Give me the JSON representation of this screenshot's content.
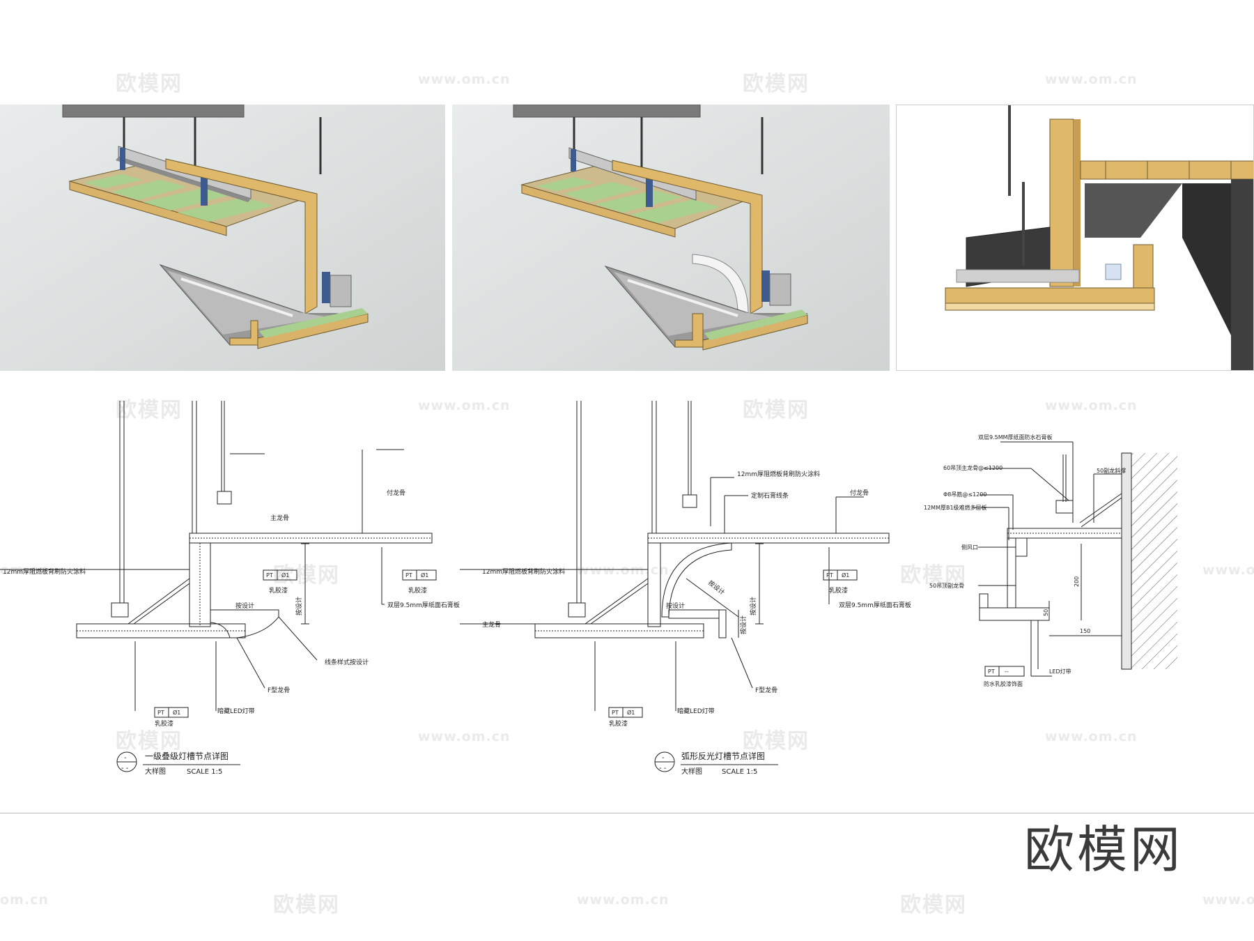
{
  "colors": {
    "panel_bg": "#dfe3e2",
    "concrete": "#777777",
    "wood": "#e0b86a",
    "green_board": "#b5d79a",
    "steel": "#3d5b8f",
    "dark_render": "#3f3f3f"
  },
  "watermarks": {
    "brand_text": "欧模网",
    "url_text": "www.om.cn",
    "url_fragment": "om.cn"
  },
  "detail1": {
    "labels": {
      "main_keel": "主龙骨",
      "sub_keel": "付龙骨",
      "fire_board": "12mm厚阻燃板背刷防火涂料",
      "latex_paint_1": "乳胶漆",
      "latex_paint_2": "乳胶漆",
      "by_design_1": "按设计",
      "by_design_2": "按设计",
      "gypsum_board": "双层9.5mm厚纸面石膏板",
      "line_style": "线条样式按设计",
      "f_keel": "F型龙骨",
      "led_strip": "暗藏LED灯带"
    },
    "tags": {
      "pt": "PT",
      "code": "Ø1"
    },
    "title": {
      "symbol_top": "-",
      "symbol_bottom": "- -",
      "name": "一级叠级灯槽节点详图",
      "sub": "大样图",
      "scale": "SCALE 1:5"
    }
  },
  "detail2": {
    "labels": {
      "fire_board_top": "12mm厚阻燃板背刷防火涂料",
      "custom_gypsum_line": "定制石膏线条",
      "sub_keel": "付龙骨",
      "fire_board_left": "12mm厚阻燃板背刷防火涂料",
      "latex_paint_1": "乳胶漆",
      "latex_paint_2": "乳胶漆",
      "by_design_diag": "按设计",
      "by_design_h": "按设计",
      "by_design_v1": "按设计",
      "by_design_v2": "按设计",
      "gypsum_board": "双层9.5mm厚纸面石膏板",
      "main_keel": "主龙骨",
      "f_keel": "F型龙骨",
      "led_strip": "暗藏LED灯带"
    },
    "tags": {
      "pt": "PT",
      "code": "Ø1"
    },
    "title": {
      "symbol_top": "-",
      "symbol_bottom": "- -",
      "name": "弧形反光灯槽节点详图",
      "sub": "大样图",
      "scale": "SCALE 1:5"
    }
  },
  "detail3": {
    "labels": {
      "double_board": "双层9.5MM厚纸面防水石膏板",
      "main_keel_60": "60吊顶主龙骨@≤1200",
      "rod_8": "Φ8吊筋@≤1200",
      "b1_board": "12MM厚B1级难燃多层板",
      "side_vent": "侧风口",
      "keel_50": "50吊顶副龙骨",
      "brace_50": "50副龙斜撑",
      "dim_200": "200",
      "dim_50": "50",
      "dim_150": "150",
      "led_strip": "LED灯带",
      "finish": "防水乳胶漆饰面"
    },
    "tags": {
      "pt": "PT",
      "code": "--"
    }
  }
}
